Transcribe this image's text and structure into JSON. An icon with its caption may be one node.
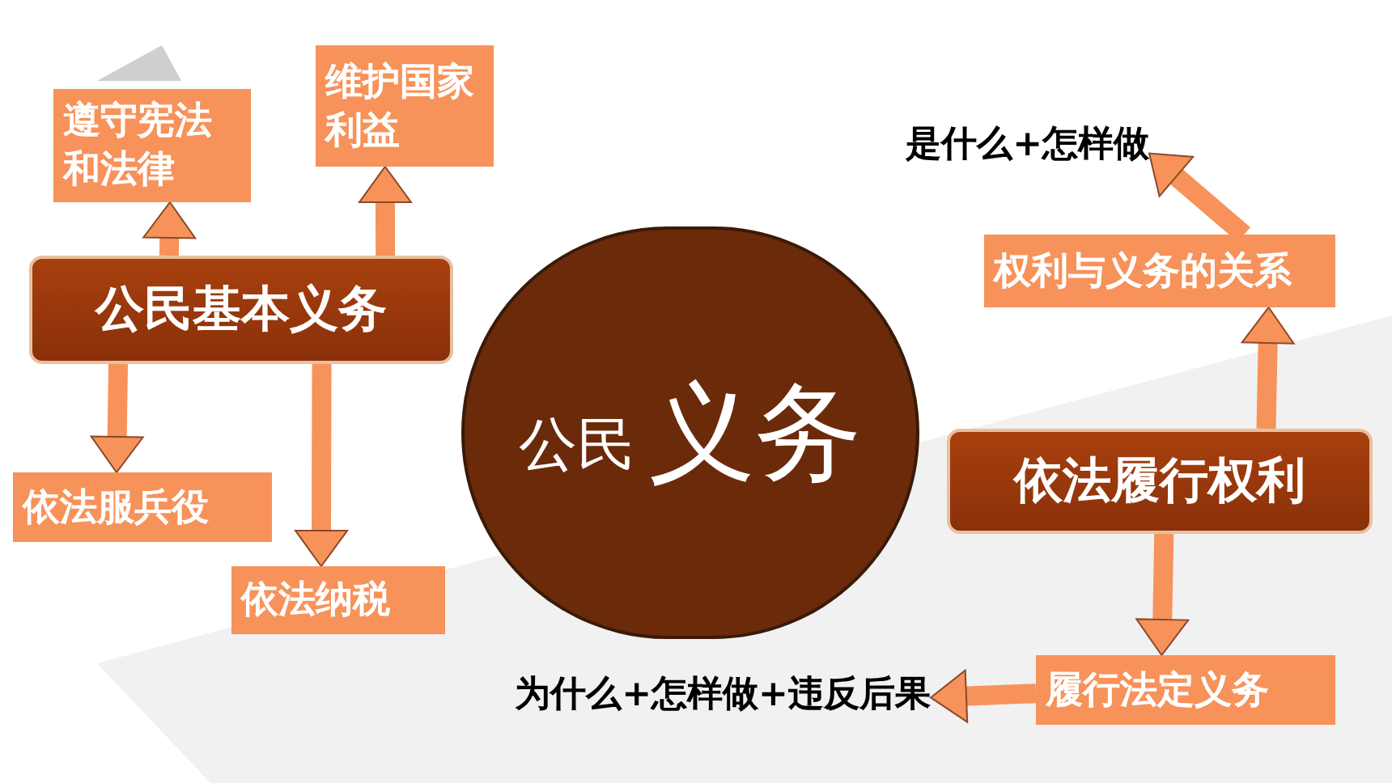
{
  "diagram": {
    "nodes": [
      {
        "text": [
          "公民基本义务"
        ]
      },
      {
        "text": [
          "遵守宪法和法律"
        ]
      },
      {
        "text": [
          "维护国家利益"
        ]
      },
      {
        "text": [
          "依法服兵役"
        ]
      },
      {
        "text": [
          "依法纳税"
        ]
      },
      {
        "text": [
          "公民",
          "义务"
        ]
      },
      {
        "text": [
          "依法履行权利"
        ]
      },
      {
        "text": [
          "权利与义务的关系"
        ]
      },
      {
        "text": [
          "是什么+怎样做"
        ]
      },
      {
        "text": [
          "履行法定义务"
        ]
      },
      {
        "text": [
          "为什么+怎样做+违反后果"
        ]
      }
    ],
    "edges": [
      {
        "from": 0,
        "to": 1,
        "arrow": "to"
      },
      {
        "from": 0,
        "to": 2,
        "arrow": "to"
      },
      {
        "from": 0,
        "to": 3,
        "arrow": "to"
      },
      {
        "from": 0,
        "to": 4,
        "arrow": "to"
      },
      {
        "from": 6,
        "to": 7,
        "arrow": "to"
      },
      {
        "from": 7,
        "to": 8,
        "arrow": "to"
      },
      {
        "from": 6,
        "to": 9,
        "arrow": "to"
      },
      {
        "from": 9,
        "to": 10,
        "arrow": "to"
      }
    ]
  }
}
